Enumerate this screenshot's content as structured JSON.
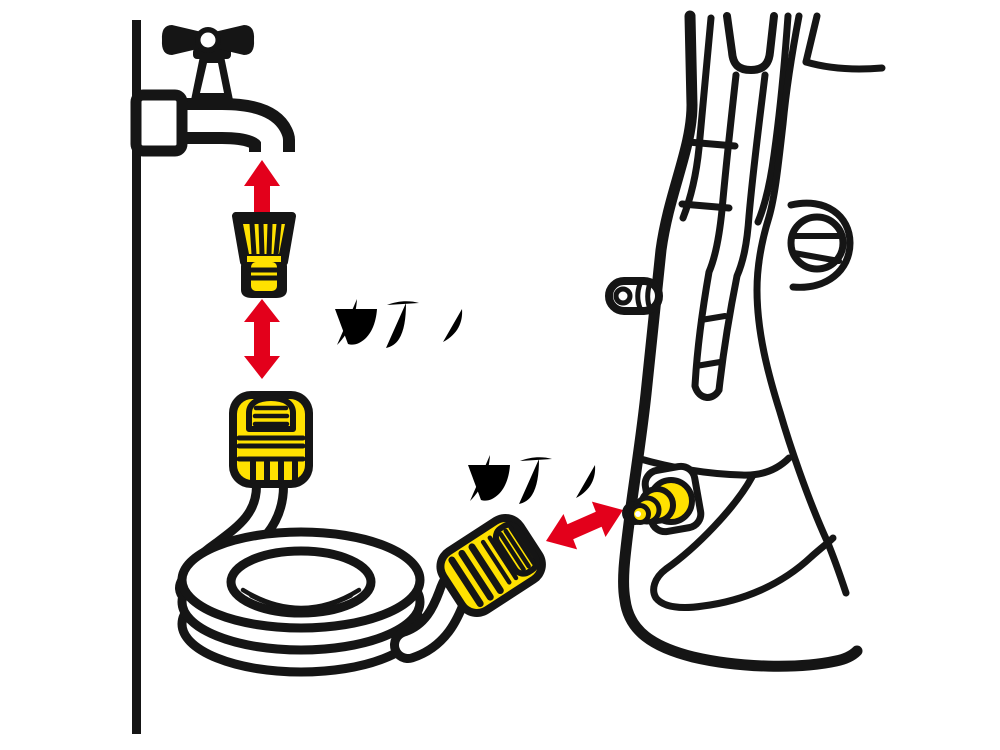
{
  "illustration": {
    "type": "instruction-diagram",
    "topic": "connect-garden-hose-from-tap-to-pressure-washer",
    "sound_labels": [
      {
        "text": "カチッ"
      },
      {
        "text": "カチッ"
      }
    ],
    "colors": {
      "line": "#151515",
      "yellow": "#ffe100",
      "red": "#e3001b",
      "background": "#ffffff"
    },
    "parts": [
      {
        "name": "wall"
      },
      {
        "name": "water-tap"
      },
      {
        "name": "tap-adapter"
      },
      {
        "name": "hose-quick-connector"
      },
      {
        "name": "coiled-hose"
      },
      {
        "name": "hose-end-connector"
      },
      {
        "name": "pressure-washer"
      },
      {
        "name": "water-inlet-connector"
      }
    ]
  }
}
